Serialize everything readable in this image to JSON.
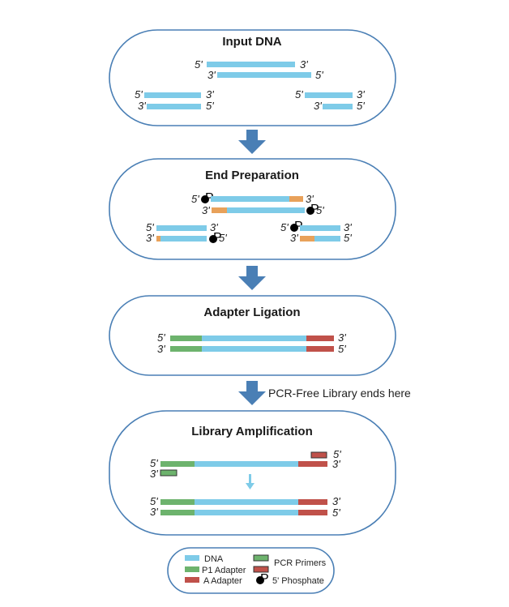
{
  "colors": {
    "dna": "#7ecbe8",
    "end_fill": "#e8a15a",
    "p1_adapter": "#6db36d",
    "a_adapter": "#c0514a",
    "outline": "#4a7fb5",
    "arrow": "#4a7fb5"
  },
  "steps": [
    {
      "title": "Input DNA"
    },
    {
      "title": "End Preparation"
    },
    {
      "title": "Adapter Ligation"
    },
    {
      "title": "Library Amplification"
    }
  ],
  "ends": {
    "five": "5'",
    "three": "3'"
  },
  "phosphate_symbol": "P",
  "note": "PCR-Free Library ends here",
  "legend": {
    "dna": "DNA",
    "p1": "P1 Adapter",
    "a": "A Adapter",
    "primers": "PCR Primers",
    "phosphate": "5' Phosphate"
  }
}
